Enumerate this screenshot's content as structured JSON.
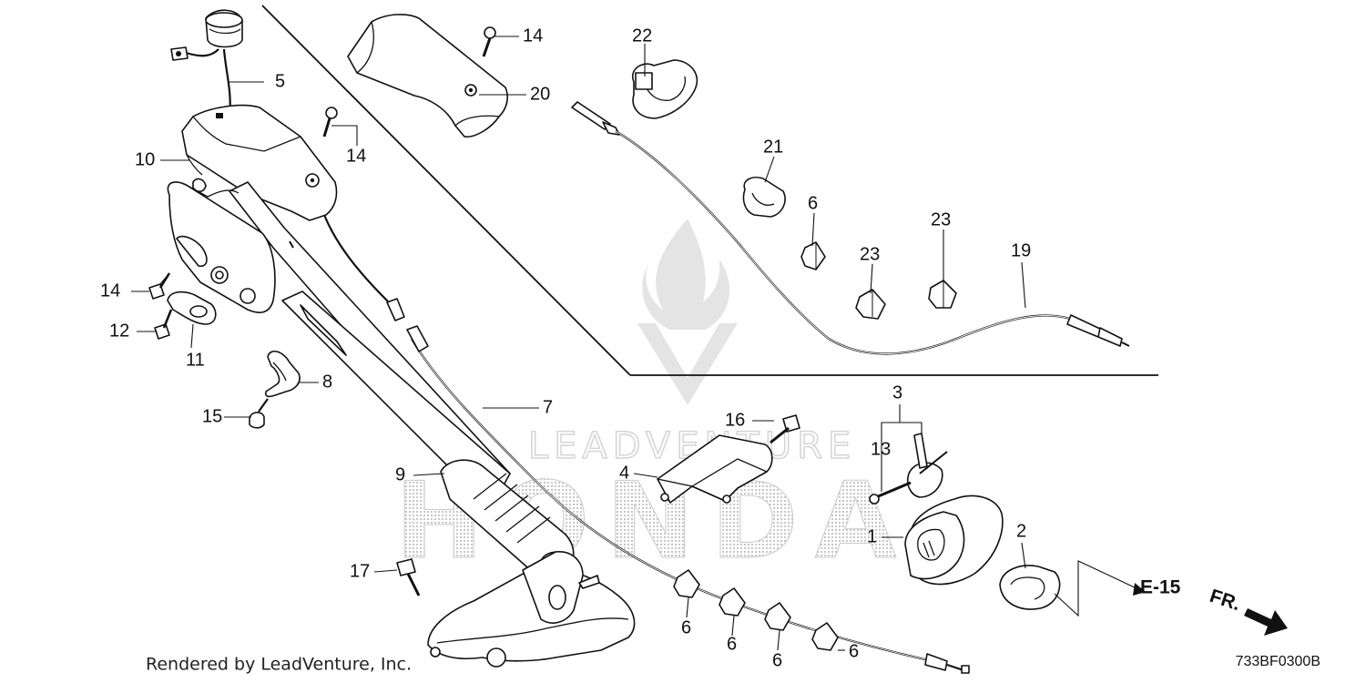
{
  "diagram": {
    "callouts": {
      "c1": "1",
      "c2": "2",
      "c3": "3",
      "c4": "4",
      "c5": "5",
      "c6a": "6",
      "c6b": "6",
      "c6c": "6",
      "c6d": "6",
      "c6e": "6",
      "c7": "7",
      "c8": "8",
      "c9": "9",
      "c10": "10",
      "c11": "11",
      "c12": "12",
      "c13": "13",
      "c14a": "14",
      "c14b": "14",
      "c14c": "14",
      "c15": "15",
      "c16": "16",
      "c17": "17",
      "c19": "19",
      "c20": "20",
      "c21": "21",
      "c22": "22",
      "c23a": "23",
      "c23b": "23"
    },
    "reference_page": "E-15",
    "front_indicator": "FR.",
    "diagram_code": "733BF0300B",
    "footer": "Rendered by LeadVenture, Inc.",
    "watermark_leadventure": "LEADVENTURE",
    "watermark_brand": "HONDA",
    "colors": {
      "line": "#111111",
      "watermark": "#c8c8c8",
      "background": "#ffffff"
    }
  }
}
